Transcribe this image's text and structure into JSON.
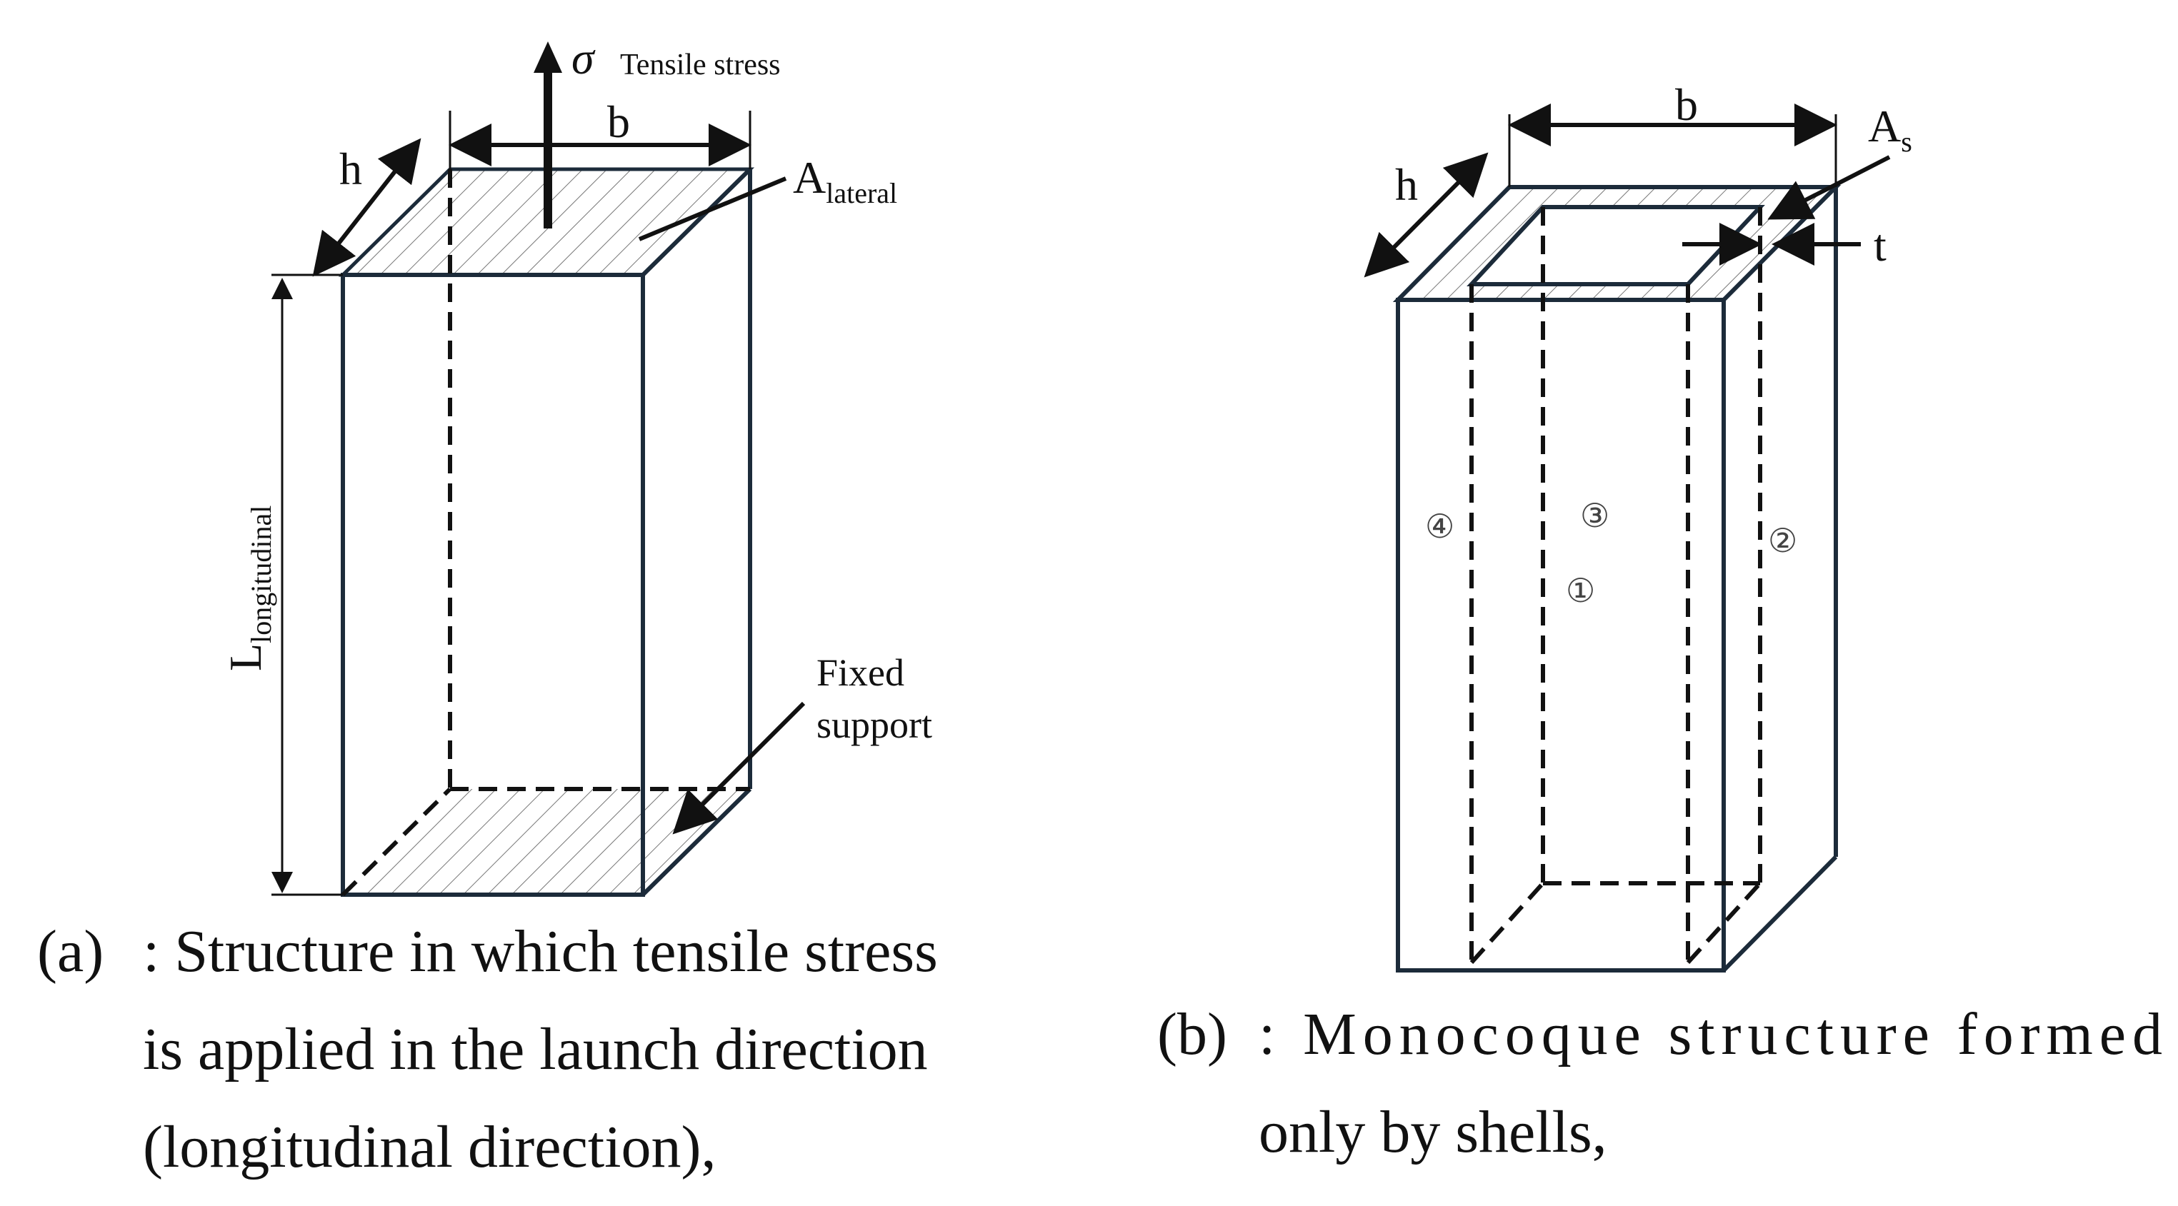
{
  "panel_a": {
    "stress_symbol": "σ",
    "stress_label": "Tensile stress",
    "dim_b": "b",
    "dim_h": "h",
    "area_main": "A",
    "area_sub": "lateral",
    "length_main": "L",
    "length_sub": "longitudinal",
    "support_line1": "Fixed",
    "support_line2": "support",
    "caption_tag": "(a)",
    "caption_line1": ": Structure in which tensile stress",
    "caption_line2": "is applied in the launch direction",
    "caption_line3": "(longitudinal direction),"
  },
  "panel_b": {
    "dim_b": "b",
    "dim_h": "h",
    "area_main": "A",
    "area_sub": "s",
    "thickness": "t",
    "shell_1": "①",
    "shell_2": "②",
    "shell_3": "③",
    "shell_4": "④",
    "caption_tag": "(b)",
    "caption_line1": ":  Monocoque   structure   formed",
    "caption_line2": "only by shells,"
  },
  "colors": {
    "box_edge": "#1c2b3a",
    "ink": "#111111",
    "hatch": "#777777"
  }
}
